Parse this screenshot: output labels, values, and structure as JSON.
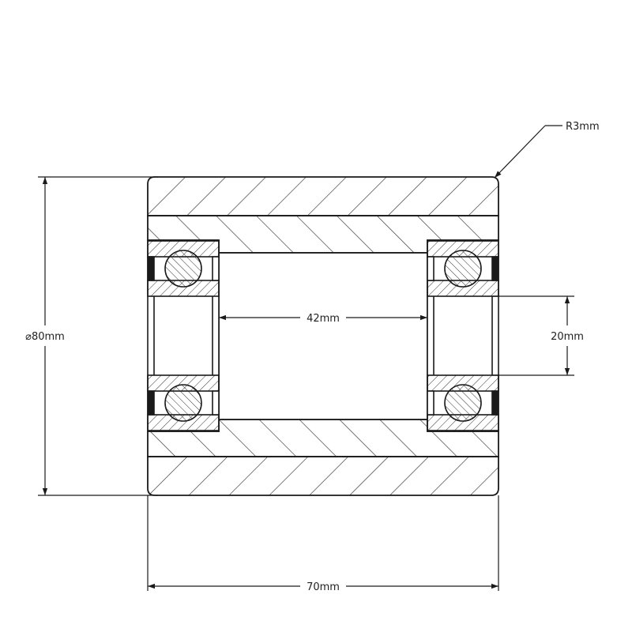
{
  "labels": {
    "corner_radius": "R3mm",
    "outer_diameter": "⌀80mm",
    "bore_width": "42mm",
    "bearing_inner": "20mm",
    "total_width": "70mm"
  },
  "colors": {
    "line": "#1a1a1a",
    "hatch": "#333333",
    "background": "#ffffff"
  }
}
